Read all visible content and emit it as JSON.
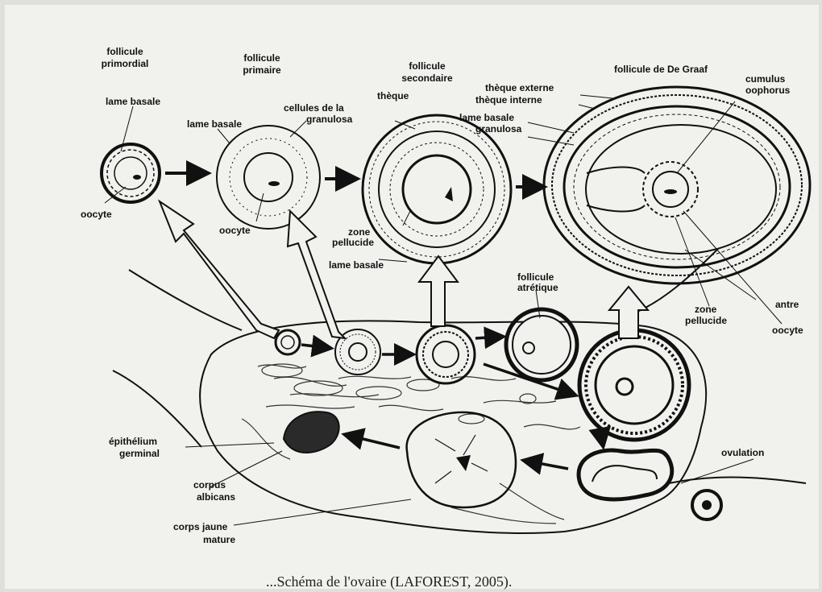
{
  "titles": {
    "primordial": [
      "follicule",
      "primordial"
    ],
    "primaire": [
      "follicule",
      "primaire"
    ],
    "secondaire": [
      "follicule",
      "secondaire"
    ],
    "degraaf": "follicule de De Graaf"
  },
  "labels": {
    "lame_basale_1": "lame basale",
    "oocyte_1": "oocyte",
    "lame_basale_2": "lame basale",
    "oocyte_2": "oocyte",
    "cellules_granulosa": [
      "cellules de la",
      "granulosa"
    ],
    "theque": "thèque",
    "zone_pellucide_3": [
      "zone",
      "pellucide"
    ],
    "lame_basale_3": "lame basale",
    "theque_externe": "thèque externe",
    "theque_interne": "thèque interne",
    "lame_basale_4": "lame basale",
    "granulosa_4": "granulosa",
    "cumulus_oophorus": [
      "cumulus",
      "oophorus"
    ],
    "antre": "antre",
    "oocyte_4": "oocyte",
    "zone_pellucide_4": [
      "zone",
      "pellucide"
    ],
    "follicule_atretique": [
      "follicule",
      "atrétique"
    ],
    "ovulation": "ovulation",
    "epithelium_germinal": [
      "épithélium",
      "germinal"
    ],
    "corpus_albicans": [
      "corpus",
      "albicans"
    ],
    "corps_jaune": [
      "corps jaune",
      "mature"
    ]
  },
  "caption": "...Schéma de l'ovaire (LAFOREST, 2005).",
  "colors": {
    "ink": "#111111",
    "paper": "#f1f1ee"
  }
}
